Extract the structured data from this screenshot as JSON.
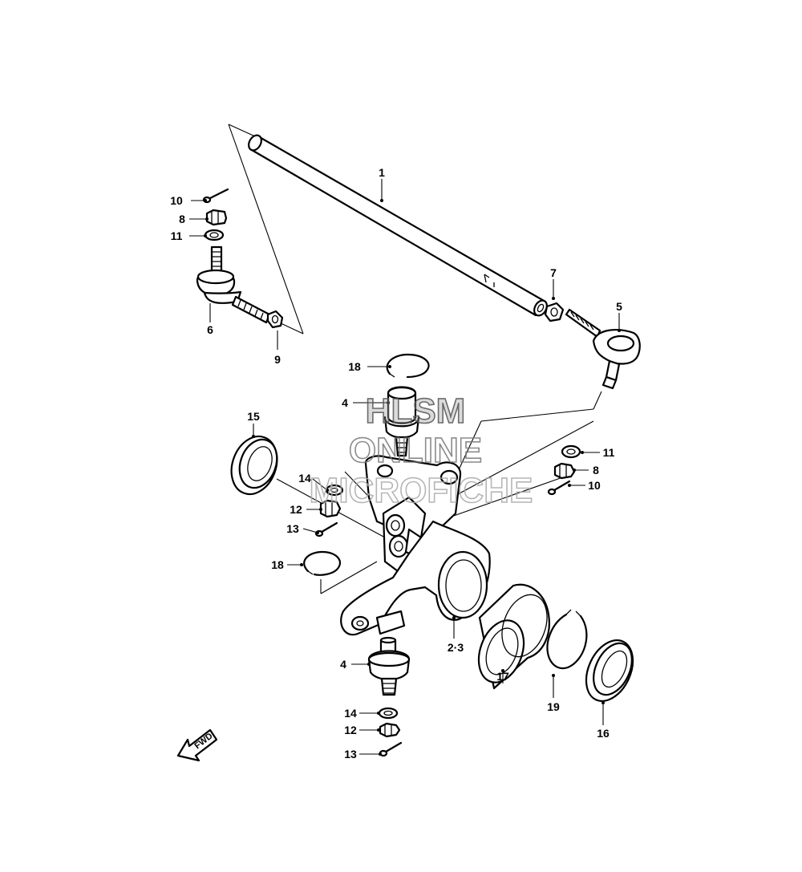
{
  "watermark": {
    "line1": "HLSM",
    "line2": "ONLINE",
    "line3": "MICROFICHE"
  },
  "fwd_label": "FWD",
  "callouts": {
    "c1": "1",
    "c2_3": "2·3",
    "c4a": "4",
    "c4b": "4",
    "c5": "5",
    "c6": "6",
    "c7": "7",
    "c8a": "8",
    "c8b": "8",
    "c9": "9",
    "c10a": "10",
    "c10b": "10",
    "c11a": "11",
    "c11b": "11",
    "c12a": "12",
    "c12b": "12",
    "c13a": "13",
    "c13b": "13",
    "c14a": "14",
    "c14b": "14",
    "c15": "15",
    "c16": "16",
    "c17": "17",
    "c18a": "18",
    "c18b": "18",
    "c19": "19"
  }
}
